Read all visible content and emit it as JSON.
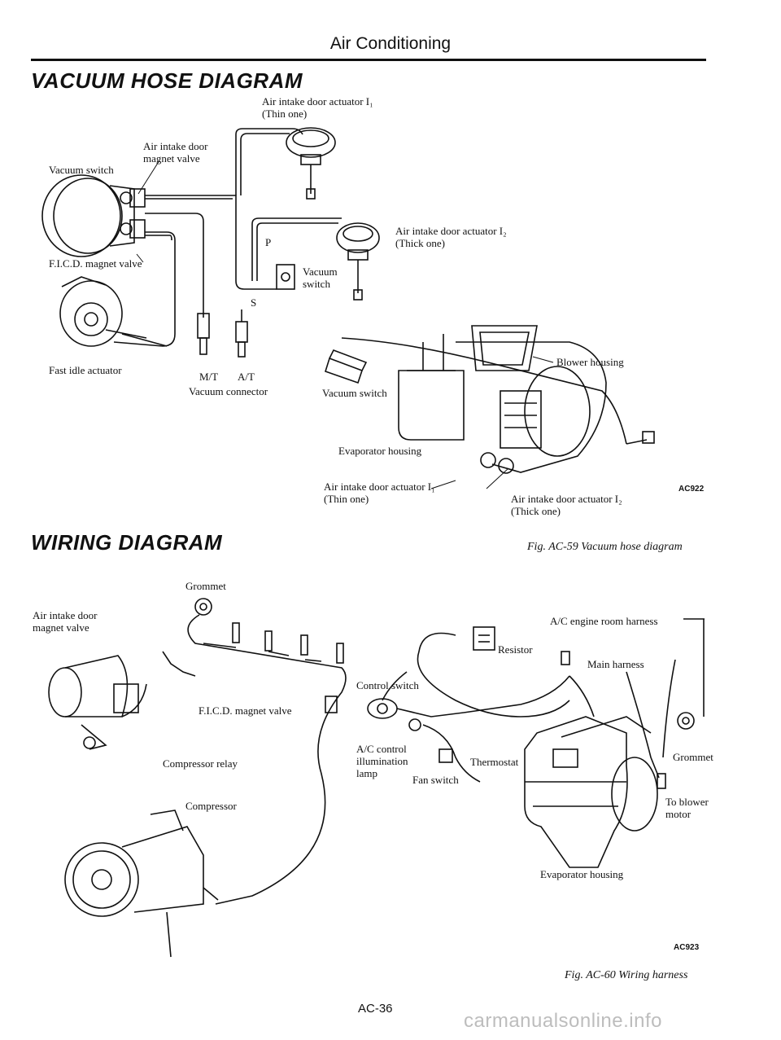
{
  "header": {
    "title": "Air Conditioning"
  },
  "vacuum_section": {
    "heading": "VACUUM HOSE DIAGRAM",
    "labels": {
      "actuator_i1_top": "Air intake door actuator I₁",
      "actuator_i1_top_sub": "(Thin one)",
      "air_intake_magnet": "Air intake door\nmagnet valve",
      "vacuum_switch_left": "Vacuum switch",
      "actuator_i2_right": "Air intake door actuator I₂",
      "actuator_i2_right_sub": "(Thick one)",
      "p_label": "P",
      "vacuum_switch_mid": "Vacuum\nswitch",
      "s_label": "S",
      "fic_magnet": "F.I.C.D. magnet valve",
      "fast_idle": "Fast idle actuator",
      "mt": "M/T",
      "at": "A/T",
      "vacuum_connector": "Vacuum connector",
      "vacuum_switch_right": "Vacuum switch",
      "blower_housing": "Blower housing",
      "evaporator_housing": "Evaporator housing",
      "actuator_i1_bottom": "Air intake door actuator I₁",
      "actuator_i1_bottom_sub": "(Thin one)",
      "actuator_i2_bottom": "Air intake door actuator I₂",
      "actuator_i2_bottom_sub": "(Thick one)",
      "code": "AC922"
    },
    "caption": "Fig. AC-59  Vacuum hose diagram"
  },
  "wiring_section": {
    "heading": "WIRING DIAGRAM",
    "labels": {
      "grommet_top": "Grommet",
      "air_intake_magnet": "Air intake door\nmagnet valve",
      "fic_magnet": "F.I.C.D. magnet valve",
      "compressor_relay": "Compressor relay",
      "compressor": "Compressor",
      "ac_harness": "A/C engine room harness",
      "resistor": "Resistor",
      "main_harness": "Main harness",
      "control_switch": "Control switch",
      "grommet_right": "Grommet",
      "ac_illum": "A/C control\nillumination\nlamp",
      "thermostat": "Thermostat",
      "fan_switch": "Fan switch",
      "to_blower": "To blower\nmotor",
      "evaporator_housing": "Evaporator housing",
      "code": "AC923"
    },
    "caption": "Fig. AC-60  Wiring harness"
  },
  "footer": {
    "page_number": "AC-36",
    "watermark": "carmanualsonline.info"
  }
}
